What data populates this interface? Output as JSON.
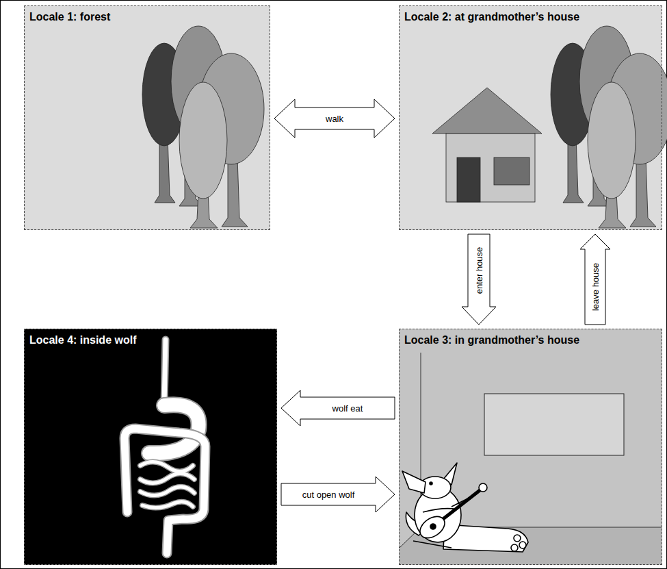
{
  "diagram": {
    "nodes": [
      {
        "text": [
          "Locale 1: forest"
        ]
      },
      {
        "text": [
          "Locale 2: at grandmother’s house"
        ]
      },
      {
        "text": [
          "Locale 3: in grandmother’s house"
        ]
      },
      {
        "text": [
          "Locale 4: inside wolf"
        ]
      }
    ],
    "edges": [
      {
        "from": 0,
        "to": 1,
        "label": "walk",
        "arrow": "both"
      },
      {
        "from": 1,
        "to": 2,
        "label": "enter house",
        "arrow": "to"
      },
      {
        "from": 2,
        "to": 1,
        "label": "leave house",
        "arrow": "to"
      },
      {
        "from": 2,
        "to": 3,
        "label": "wolf eat",
        "arrow": "to"
      },
      {
        "from": 3,
        "to": 2,
        "label": "cut open wolf",
        "arrow": "to"
      }
    ]
  }
}
